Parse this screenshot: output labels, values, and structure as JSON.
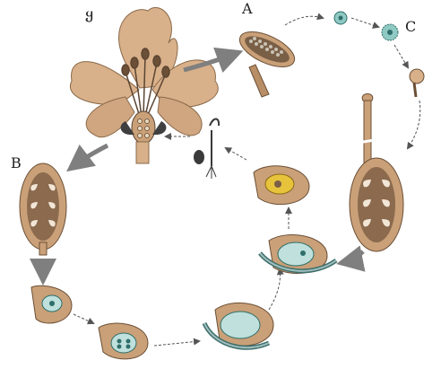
{
  "labels": {
    "flower": "ყ",
    "A": "A",
    "B": "B",
    "C": "C"
  },
  "colors": {
    "petal": "#d8b08a",
    "petal_edge": "#8a6a4a",
    "tissue": "#c9a078",
    "tissue_dark": "#8b6a4e",
    "cell_blue": "#bfe0dc",
    "nucleus": "#2f6e6a",
    "arrow": "#7f7f7f",
    "seedling": "#3a3a3a",
    "yellow": "#e7c33c"
  },
  "icons": [
    "flower-icon",
    "anther-icon",
    "pollen-grain-icon",
    "germinating-pollen-icon",
    "pistil-icon",
    "ovary-icon",
    "ovule-icon",
    "embryo-sac-icon",
    "seedling-icon",
    "arrow-icon"
  ]
}
